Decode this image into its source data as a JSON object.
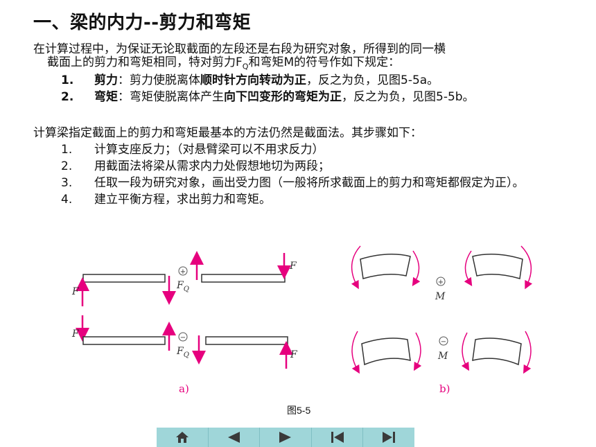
{
  "title": "一、梁的内力--剪力和弯矩",
  "intro": {
    "line1": "在计算过程中，为保证无论取截面的左段还是右段为研究对象，所得到的同一横",
    "line2_a": "截面上的剪力和弯矩相同，特对剪力F",
    "line2_sub": "Q",
    "line2_b": "和弯矩M的符号作如下规定："
  },
  "rules": [
    {
      "num": "1.",
      "term": "剪力",
      "t1": "：剪力使脱离体",
      "bold": "顺时针方向转动为正",
      "t2": "，反之为负，见图5-5a。"
    },
    {
      "num": "2.",
      "term": "弯矩",
      "t1": "：弯矩使脱离体产生",
      "bold": "向下凹变形的弯矩为正",
      "t2": "，反之为负，见图5-5b。"
    }
  ],
  "method_intro": "计算梁指定截面上的剪力和弯矩最基本的方法仍然是截面法。其步骤如下：",
  "steps": [
    {
      "num": "1.",
      "text": "计算支座反力；（对悬臂梁可以不用求反力）"
    },
    {
      "num": "2.",
      "text": "用截面法将梁从需求内力处假想地切为两段；"
    },
    {
      "num": "3.",
      "text": "任取一段为研究对象，画出受力图（一般将所求截面上的剪力和弯矩都假定为正）。"
    },
    {
      "num": "4.",
      "text": "建立平衡方程，求出剪力和弯矩。"
    }
  ],
  "figure": {
    "label_f": "F",
    "label_fq": "F",
    "label_fq_sub": "Q",
    "label_m": "M",
    "plus": "+",
    "minus": "−",
    "sub_a": "a)",
    "sub_b": "b)",
    "caption": "图5-5"
  },
  "colors": {
    "arrow": "#e6007e",
    "subcaption": "#e6007e",
    "navbar": "#9fd6d9",
    "navicon": "#3a3a3a"
  },
  "nav": [
    {
      "icon": "home-icon"
    },
    {
      "icon": "prev-triangle-icon"
    },
    {
      "icon": "next-triangle-icon"
    },
    {
      "icon": "first-page-icon"
    },
    {
      "icon": "last-page-icon"
    }
  ]
}
